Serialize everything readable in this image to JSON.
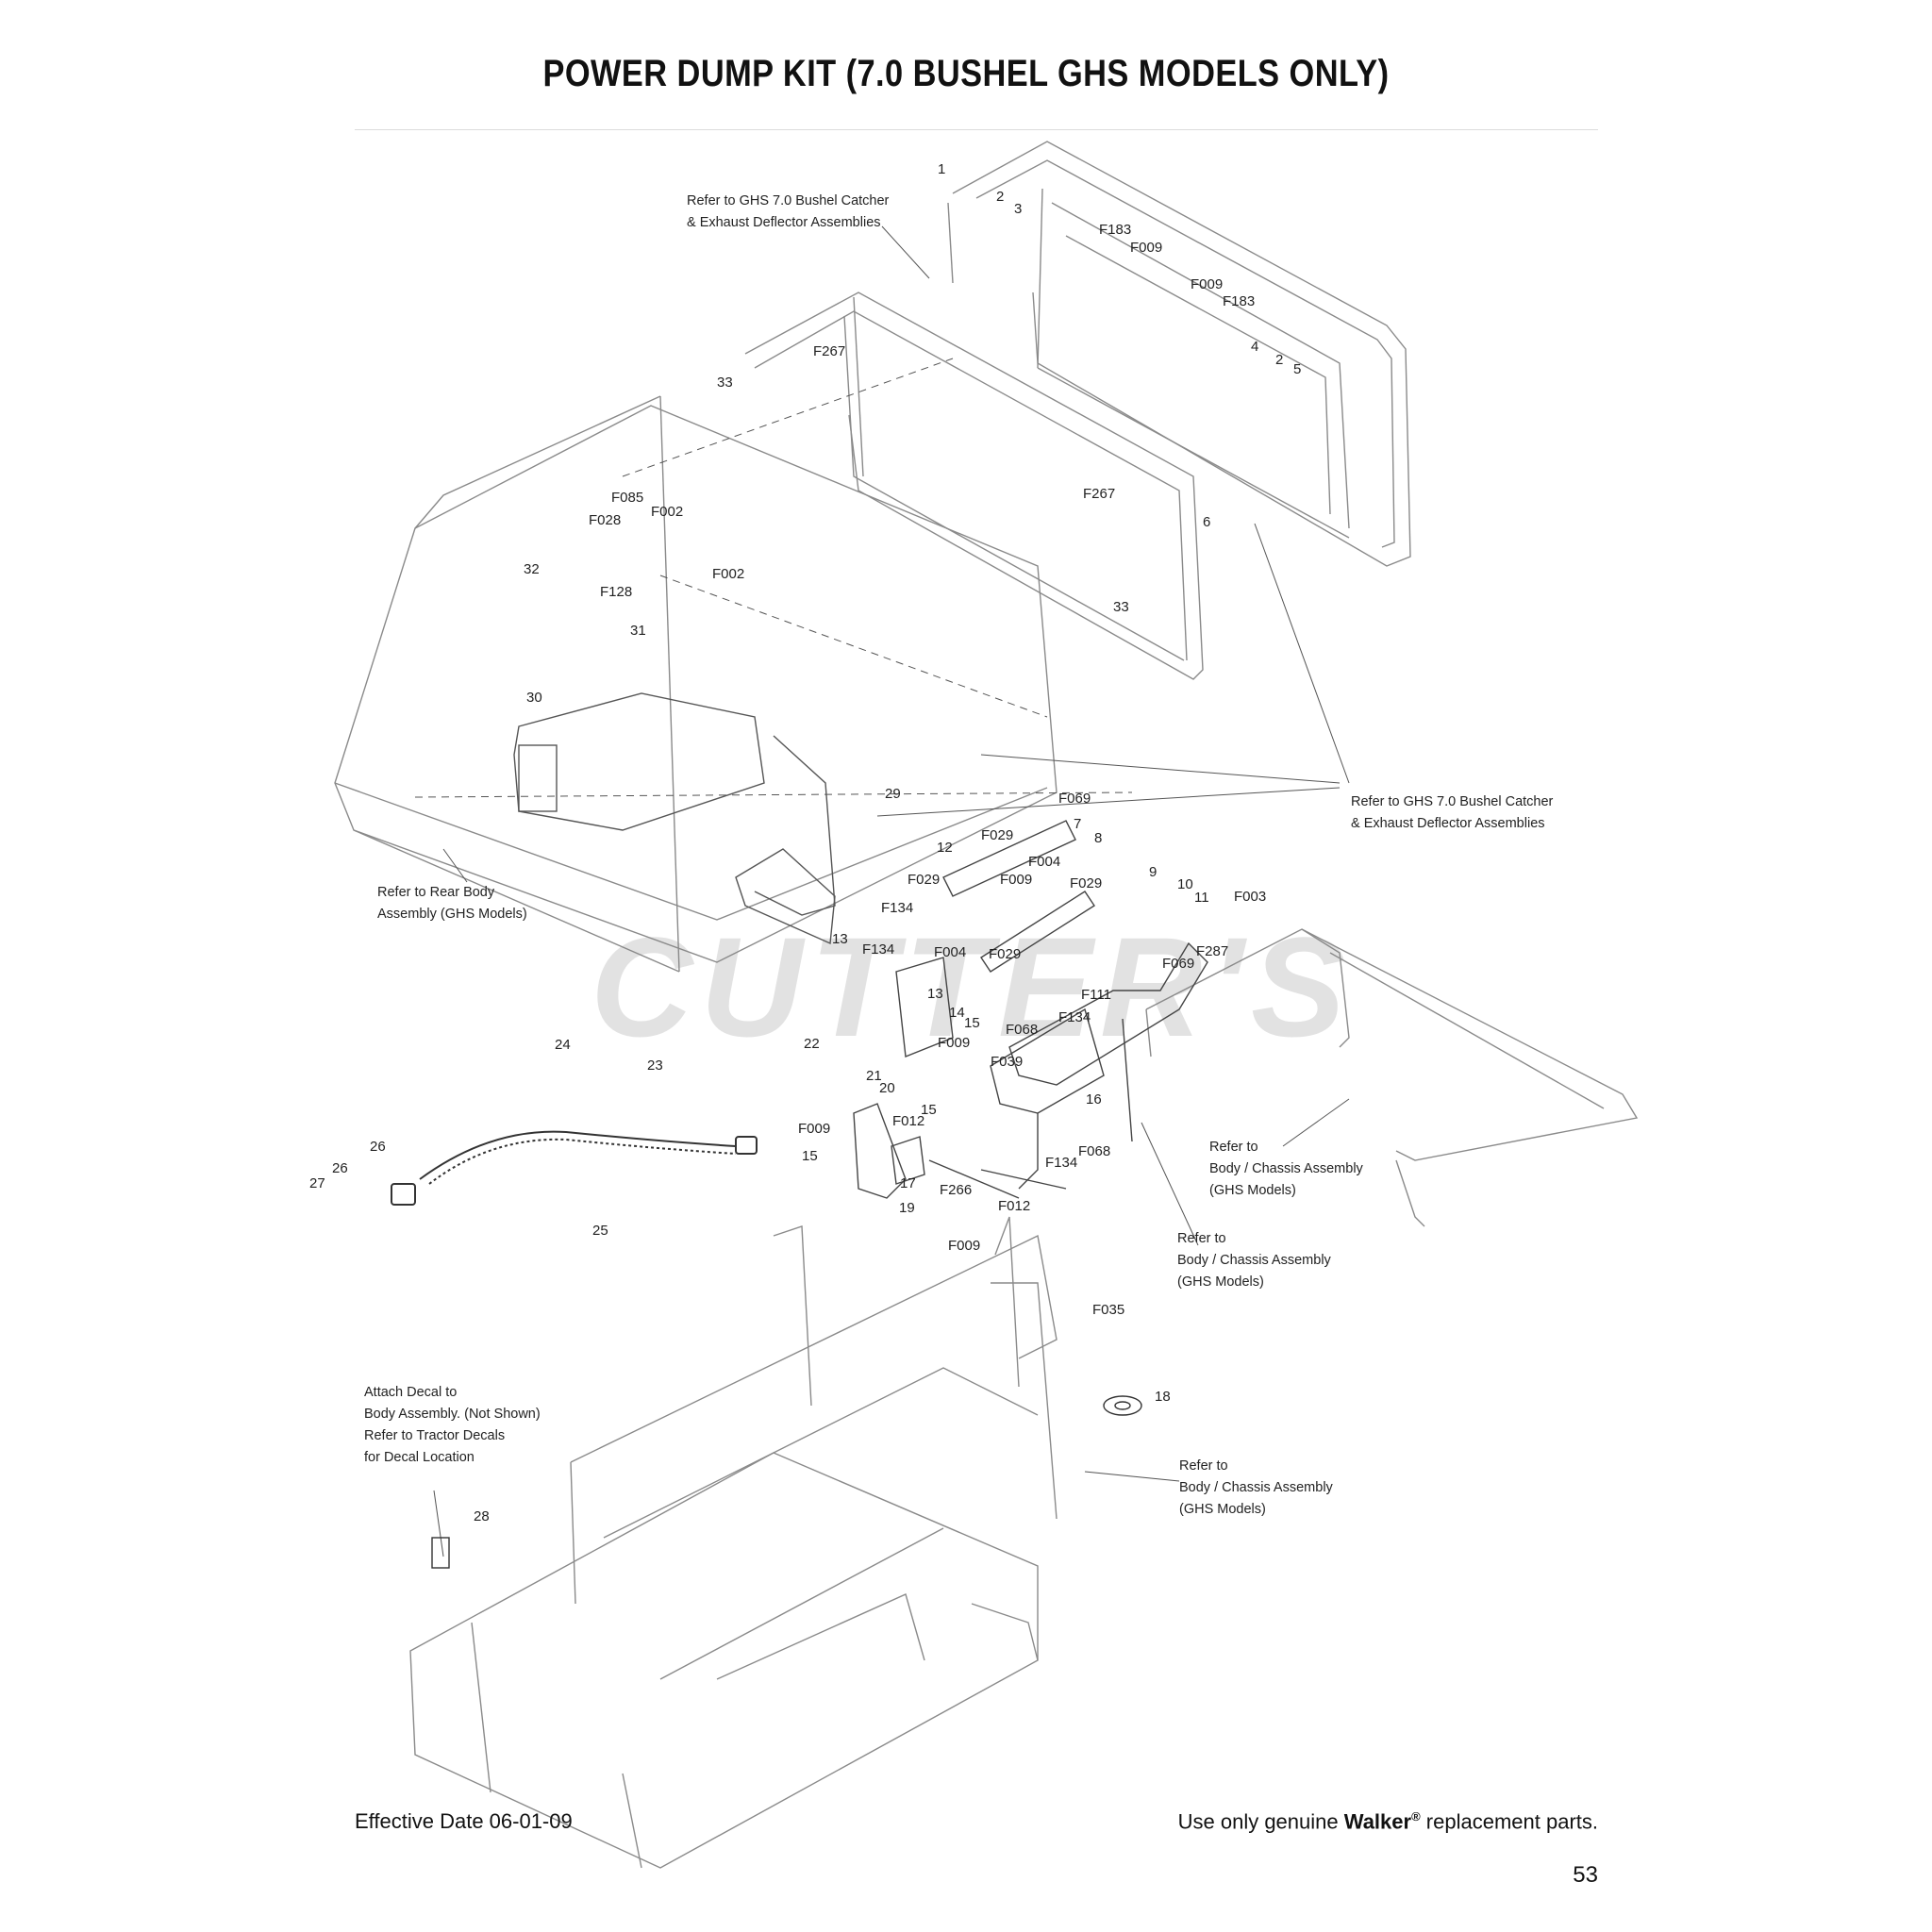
{
  "title": "POWER DUMP KIT (7.0 BUSHEL GHS MODELS ONLY)",
  "watermark": "CUTTER'S",
  "notes": {
    "catcher_top": [
      "Refer to GHS 7.0 Bushel Catcher",
      "& Exhaust Deflector Assemblies"
    ],
    "catcher_right": [
      "Refer to GHS 7.0 Bushel Catcher",
      "& Exhaust Deflector Assemblies"
    ],
    "rear_body": [
      "Refer to Rear Body",
      "Assembly (GHS Models)"
    ],
    "chassis_1": [
      "Refer to",
      "Body / Chassis Assembly",
      "(GHS Models)"
    ],
    "chassis_2": [
      "Refer to",
      "Body / Chassis Assembly",
      "(GHS Models)"
    ],
    "chassis_3": [
      "Refer to",
      "Body / Chassis Assembly",
      "(GHS Models)"
    ],
    "decal": [
      "Attach Decal to",
      "Body Assembly. (Not Shown)",
      "Refer to Tractor Decals",
      "for Decal Location"
    ]
  },
  "callouts": {
    "c1": "1",
    "c2a": "2",
    "c3": "3",
    "f183a": "F183",
    "f009a": "F009",
    "f009b": "F009",
    "f183b": "F183",
    "c4": "4",
    "c2b": "2",
    "c5": "5",
    "c33a": "33",
    "f267a": "F267",
    "f085": "F085",
    "f028": "F028",
    "f002a": "F002",
    "c32": "32",
    "f128": "F128",
    "f002b": "F002",
    "c31": "31",
    "f267b": "F267",
    "c6": "6",
    "c33b": "33",
    "c30": "30",
    "c29": "29",
    "f069a": "F069",
    "c7": "7",
    "c8": "8",
    "c12": "12",
    "f029a": "F029",
    "f004a": "F004",
    "c9": "9",
    "f029b": "F029",
    "f009c": "F009",
    "f029c": "F029",
    "c10": "10",
    "f134a": "F134",
    "c11": "11",
    "f003": "F003",
    "c13a": "13",
    "f134b": "F134",
    "f004b": "F004",
    "f029d": "F029",
    "f287": "F287",
    "f069b": "F069",
    "c13b": "13",
    "c14": "14",
    "f111": "F111",
    "c15a": "15",
    "f134c": "F134",
    "f068a": "F068",
    "c22": "22",
    "f009d": "F009",
    "f039": "F039",
    "c24": "24",
    "c23": "23",
    "c21": "21",
    "c20": "20",
    "f012a": "F012",
    "c15b": "15",
    "c16": "16",
    "f009e": "F009",
    "c26a": "26",
    "c26b": "26",
    "c27": "27",
    "c15c": "15",
    "c17": "17",
    "f266": "F266",
    "f134d": "F134",
    "f068b": "F068",
    "c19": "19",
    "f012b": "F012",
    "c25": "25",
    "f009f": "F009",
    "f035": "F035",
    "c18": "18",
    "c28": "28"
  },
  "footer": {
    "effective_date": "Effective Date 06-01-09",
    "use_only": "Use only genuine",
    "brand": "Walker",
    "registered": "®",
    "replacement": "replacement parts.",
    "page_number": "53"
  }
}
